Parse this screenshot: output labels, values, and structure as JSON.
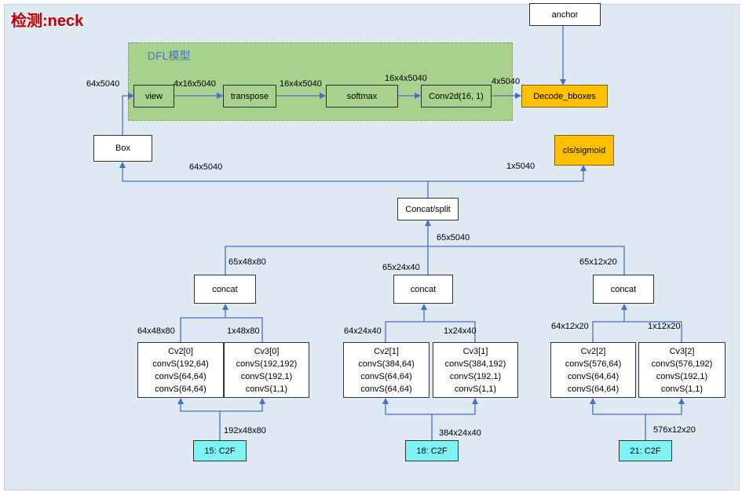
{
  "title": "检测:neck",
  "dfl": {
    "label": "DFL模型",
    "view": "view",
    "transpose": "transpose",
    "softmax": "softmax",
    "conv": "Conv2d(16, 1)"
  },
  "anchor": "anchor",
  "decode": "Decode_bboxes",
  "box": "Box",
  "cls": "cls/sigmoid",
  "concat_split": "Concat/split",
  "concat_label": "concat",
  "edges": {
    "in_64x5040": "64x5040",
    "e_4x16x5040": "4x16x5040",
    "e_16x4x5040_a": "16x4x5040",
    "e_16x4x5040_b": "16x4x5040",
    "e_4x5040": "4x5040",
    "box_64x5040": "64x5040",
    "cls_1x5040": "1x5040",
    "e_65x5040": "65x5040",
    "b1_out": "65x48x80",
    "b2_out": "65x24x40",
    "b3_out": "65x12x20",
    "b1_l": "64x48x80",
    "b1_r": "1x48x80",
    "b2_l": "64x24x40",
    "b2_r": "1x24x40",
    "b3_l": "64x12x20",
    "b3_r": "1x12x20",
    "b1_in": "192x48x80",
    "b2_in": "384x24x40",
    "b3_in": "576x12x20"
  },
  "branches": [
    {
      "cv2": [
        "Cv2[0]",
        "convS(192,64)",
        "convS(64,64)",
        "convS(64,64)"
      ],
      "cv3": [
        "Cv3[0]",
        "convS(192,192)",
        "convS(192,1)",
        "convS(1,1)"
      ],
      "input": "15: C2F"
    },
    {
      "cv2": [
        "Cv2[1]",
        "convS(384,64)",
        "convS(64,64)",
        "convS(64,64)"
      ],
      "cv3": [
        "Cv3[1]",
        "convS(384,192)",
        "convS(192,1)",
        "convS(1,1)"
      ],
      "input": "18: C2F"
    },
    {
      "cv2": [
        "Cv2[2]",
        "convS(576,64)",
        "convS(64,64)",
        "convS(64,64)"
      ],
      "cv3": [
        "Cv3[2]",
        "convS(576,192)",
        "convS(192,1)",
        "convS(1,1)"
      ],
      "input": "21: C2F"
    }
  ]
}
